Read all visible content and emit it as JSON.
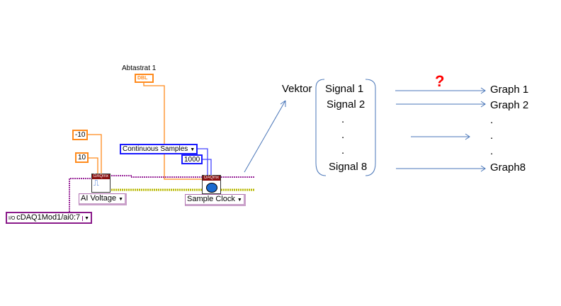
{
  "labview": {
    "rate_label": "Abtastrat 1",
    "rate_terminal": "DBL",
    "min_const": "-10",
    "max_const": "10",
    "sample_mode": "Continuous Samples",
    "samples_const": "1000",
    "node_header": "DAQmx",
    "create_channel_polymorph": "AI Voltage",
    "timing_polymorph": "Sample Clock",
    "channel_constant": "cDAQ1Mod1/ai0:7"
  },
  "scheme": {
    "vector_label": "Vektor",
    "signals": [
      "Signal 1",
      "Signal 2",
      ".",
      ".",
      ".",
      "Signal 8"
    ],
    "graphs": [
      "Graph 1",
      "Graph 2",
      ".",
      ".",
      ".",
      "Graph8"
    ],
    "question_mark": "?",
    "colors": {
      "arrow": "#4a76b8",
      "question": "#ff0000"
    }
  }
}
